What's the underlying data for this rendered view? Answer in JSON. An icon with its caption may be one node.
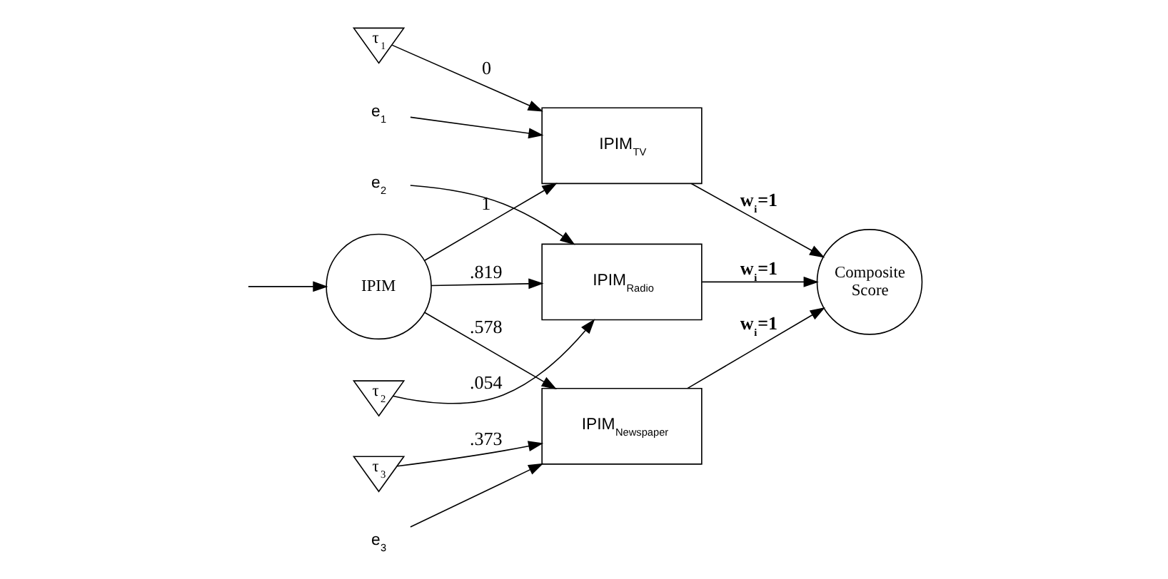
{
  "diagram": {
    "nodes": [
      {
        "text": [
          "τ$_{1}$"
        ]
      },
      {
        "text": [
          "e$_{1}$"
        ]
      },
      {
        "text": [
          "IPIM$_{TV}$"
        ]
      },
      {
        "text": [
          "τ$_{2}$"
        ]
      },
      {
        "text": [
          "e$_{2}$"
        ]
      },
      {
        "text": [
          "IPIM$_{Radio}$"
        ]
      },
      {
        "text": [
          "IPIM"
        ]
      },
      {
        "text": [
          "Composite Score"
        ]
      },
      {
        "text": [
          "e$_{3}$"
        ]
      },
      {
        "text": [
          "IPIM$_{Newspaper}$"
        ]
      },
      {
        "text": [
          "τ$_{3}$"
        ]
      }
    ],
    "edges": [
      {
        "from": null,
        "to": 6,
        "arrow": "to"
      },
      {
        "from": 0,
        "to": 2,
        "arrow": "to",
        "label": "0"
      },
      {
        "from": 1,
        "to": 2,
        "arrow": "to"
      },
      {
        "from": 6,
        "to": 2,
        "arrow": "to",
        "label": "1"
      },
      {
        "from": 3,
        "to": 5,
        "arrow": "to",
        "label": ".054"
      },
      {
        "from": 4,
        "to": 5,
        "arrow": "to"
      },
      {
        "from": 6,
        "to": 5,
        "arrow": "to",
        "label": ".819"
      },
      {
        "from": 6,
        "to": 9,
        "arrow": "to",
        "label": ".578"
      },
      {
        "from": 8,
        "to": 9,
        "arrow": "to"
      },
      {
        "from": 10,
        "to": 9,
        "arrow": "to",
        "label": ".373"
      },
      {
        "from": 2,
        "to": 7,
        "arrow": "to",
        "label": "w$_{i}$=1"
      },
      {
        "from": 5,
        "to": 7,
        "arrow": "to",
        "label": "w$_{i}$=1"
      },
      {
        "from": 9,
        "to": 7,
        "arrow": "to",
        "label": "w$_{i}$=1"
      }
    ]
  }
}
